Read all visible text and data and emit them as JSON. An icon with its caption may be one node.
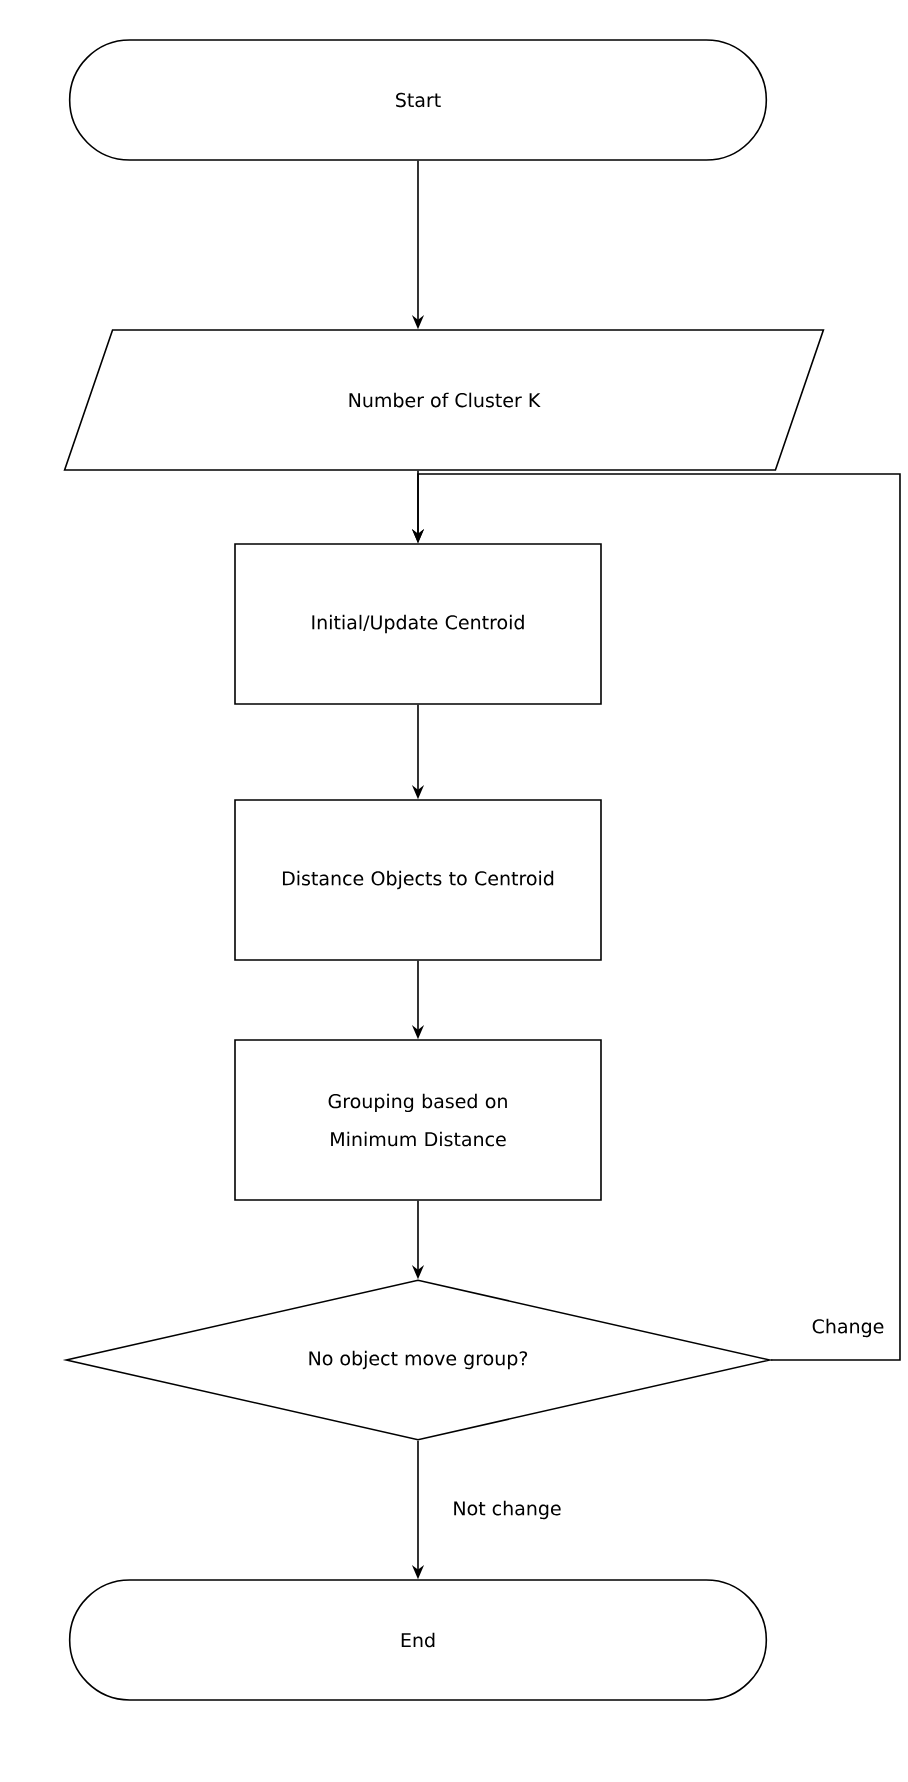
{
  "diagram": {
    "nodes": [
      {
        "text": [
          "Start"
        ]
      },
      {
        "text": [
          "Number of Cluster K"
        ]
      },
      {
        "text": [
          "Initial/Update Centroid"
        ]
      },
      {
        "text": [
          "Distance Objects to Centroid"
        ]
      },
      {
        "text": [
          "Grouping based on Minimum Distance"
        ]
      },
      {
        "text": [
          "No object move group?"
        ]
      },
      {
        "text": [
          "End"
        ]
      }
    ],
    "edges": [
      {
        "from": 0,
        "to": 1,
        "arrow": "to"
      },
      {
        "from": 1,
        "to": 2,
        "arrow": "to"
      },
      {
        "from": 2,
        "to": 3,
        "arrow": "to"
      },
      {
        "from": 3,
        "to": 4,
        "arrow": "to"
      },
      {
        "from": 4,
        "to": 5,
        "arrow": "to"
      },
      {
        "from": 5,
        "to": 6,
        "arrow": "to",
        "label": "Not change"
      },
      {
        "from": 5,
        "to": 2,
        "arrow": "to",
        "label": "Change"
      }
    ]
  }
}
